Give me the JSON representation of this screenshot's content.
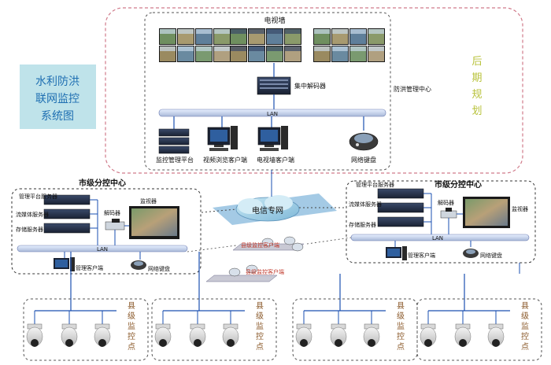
{
  "title_box": {
    "lines": [
      "水利防洪",
      "联网监控",
      "系统图"
    ],
    "bg": "#bfe3ea",
    "fg": "#1f6fb2"
  },
  "future": {
    "label": [
      "后",
      "期",
      "规",
      "划"
    ],
    "color": "#b8c23a"
  },
  "tv_wall": {
    "title": "电视墙"
  },
  "decoder_central": "集中解码器",
  "flood_center": "防洪管理中心",
  "lan": "LAN",
  "top_devices": [
    "监控管理平台",
    "视频浏览客户端",
    "电视墙客户端",
    "网络键盘"
  ],
  "telecom": "电信专网",
  "left_city": {
    "title": "市级分控中心",
    "servers": [
      "管理平台服务器",
      "流媒体服务器",
      "存储服务器"
    ],
    "decoder": "解码器",
    "monitor": "监视器",
    "lan": "LAN",
    "client": "管理客户端",
    "keyboard": "网络键盘"
  },
  "right_city": {
    "title": "市级分控中心",
    "servers": [
      "管理平台服务器",
      "流媒体服务器",
      "存储服务器"
    ],
    "decoder": "解码器",
    "monitor": "监视器",
    "lan": "LAN",
    "client": "管理客户端",
    "keyboard": "网络键盘"
  },
  "county_clients": [
    "县级监控客户端",
    "县级监控客户端"
  ],
  "county_label": [
    "县",
    "级",
    "监",
    "控",
    "点"
  ],
  "colors": {
    "line": "#1a4fb0",
    "dash": "#555555",
    "pink_dash": "#d07a8a",
    "red_text": "#c0392b",
    "brown": "#8b5a2b"
  }
}
